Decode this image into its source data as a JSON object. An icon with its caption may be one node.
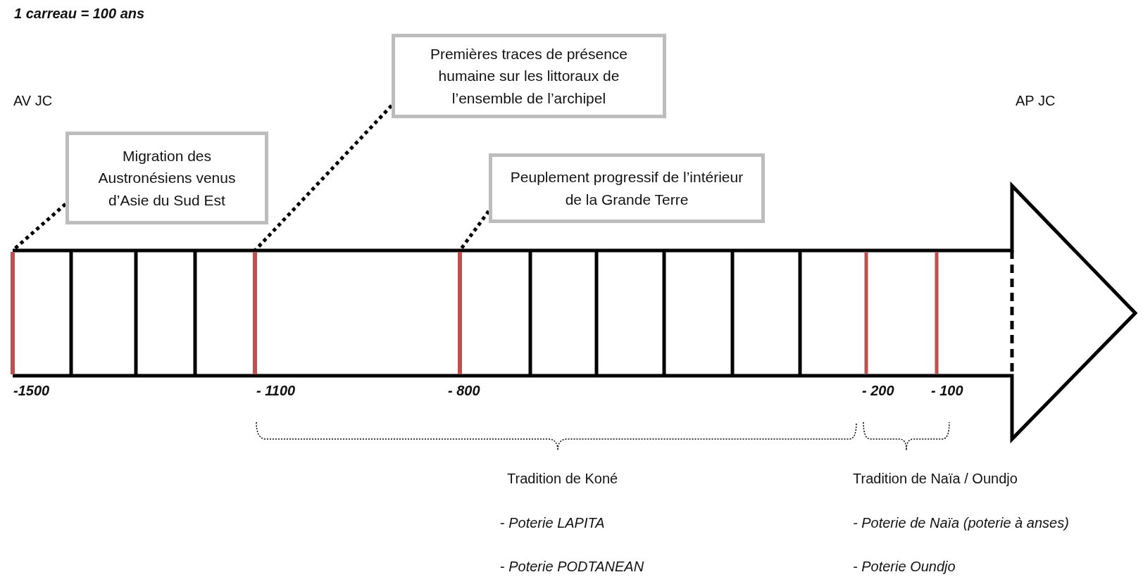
{
  "diagram": {
    "nodes": [
      {
        "text": [
          "Migration des Austronésiens venus d’Asie du Sud Est"
        ]
      },
      {
        "text": [
          "Premières traces de présence humaine sur les littoraux de l’ensemble de l’archipel"
        ]
      },
      {
        "text": [
          "Peuplement progressif de l’intérieur de la Grande Terre"
        ]
      },
      {
        "text": [],
        "shape": "bar"
      },
      {
        "text": [],
        "shape": "bar"
      },
      {
        "text": [],
        "shape": "bar"
      }
    ],
    "edges": [
      {
        "from": 0,
        "to": 3,
        "arrow": "none",
        "style": "dashed"
      },
      {
        "from": 1,
        "to": 4,
        "arrow": "none",
        "style": "dashed"
      },
      {
        "from": 2,
        "to": 5,
        "arrow": "none",
        "style": "dashed"
      }
    ],
    "labels": [
      "1 carreau = 100 ans",
      "AV JC",
      "AP JC",
      "-1500",
      "- 1100",
      "- 800",
      "- 200",
      "- 100",
      "Tradition de Koné",
      "Tradition de Naïa / Oundjo",
      "-  *Poterie LAPITA*",
      "- Poterie de Naïa (poterie à anses)",
      "-  *Poterie PODTANEAN*",
      "- Poterie Oundjo"
    ]
  }
}
